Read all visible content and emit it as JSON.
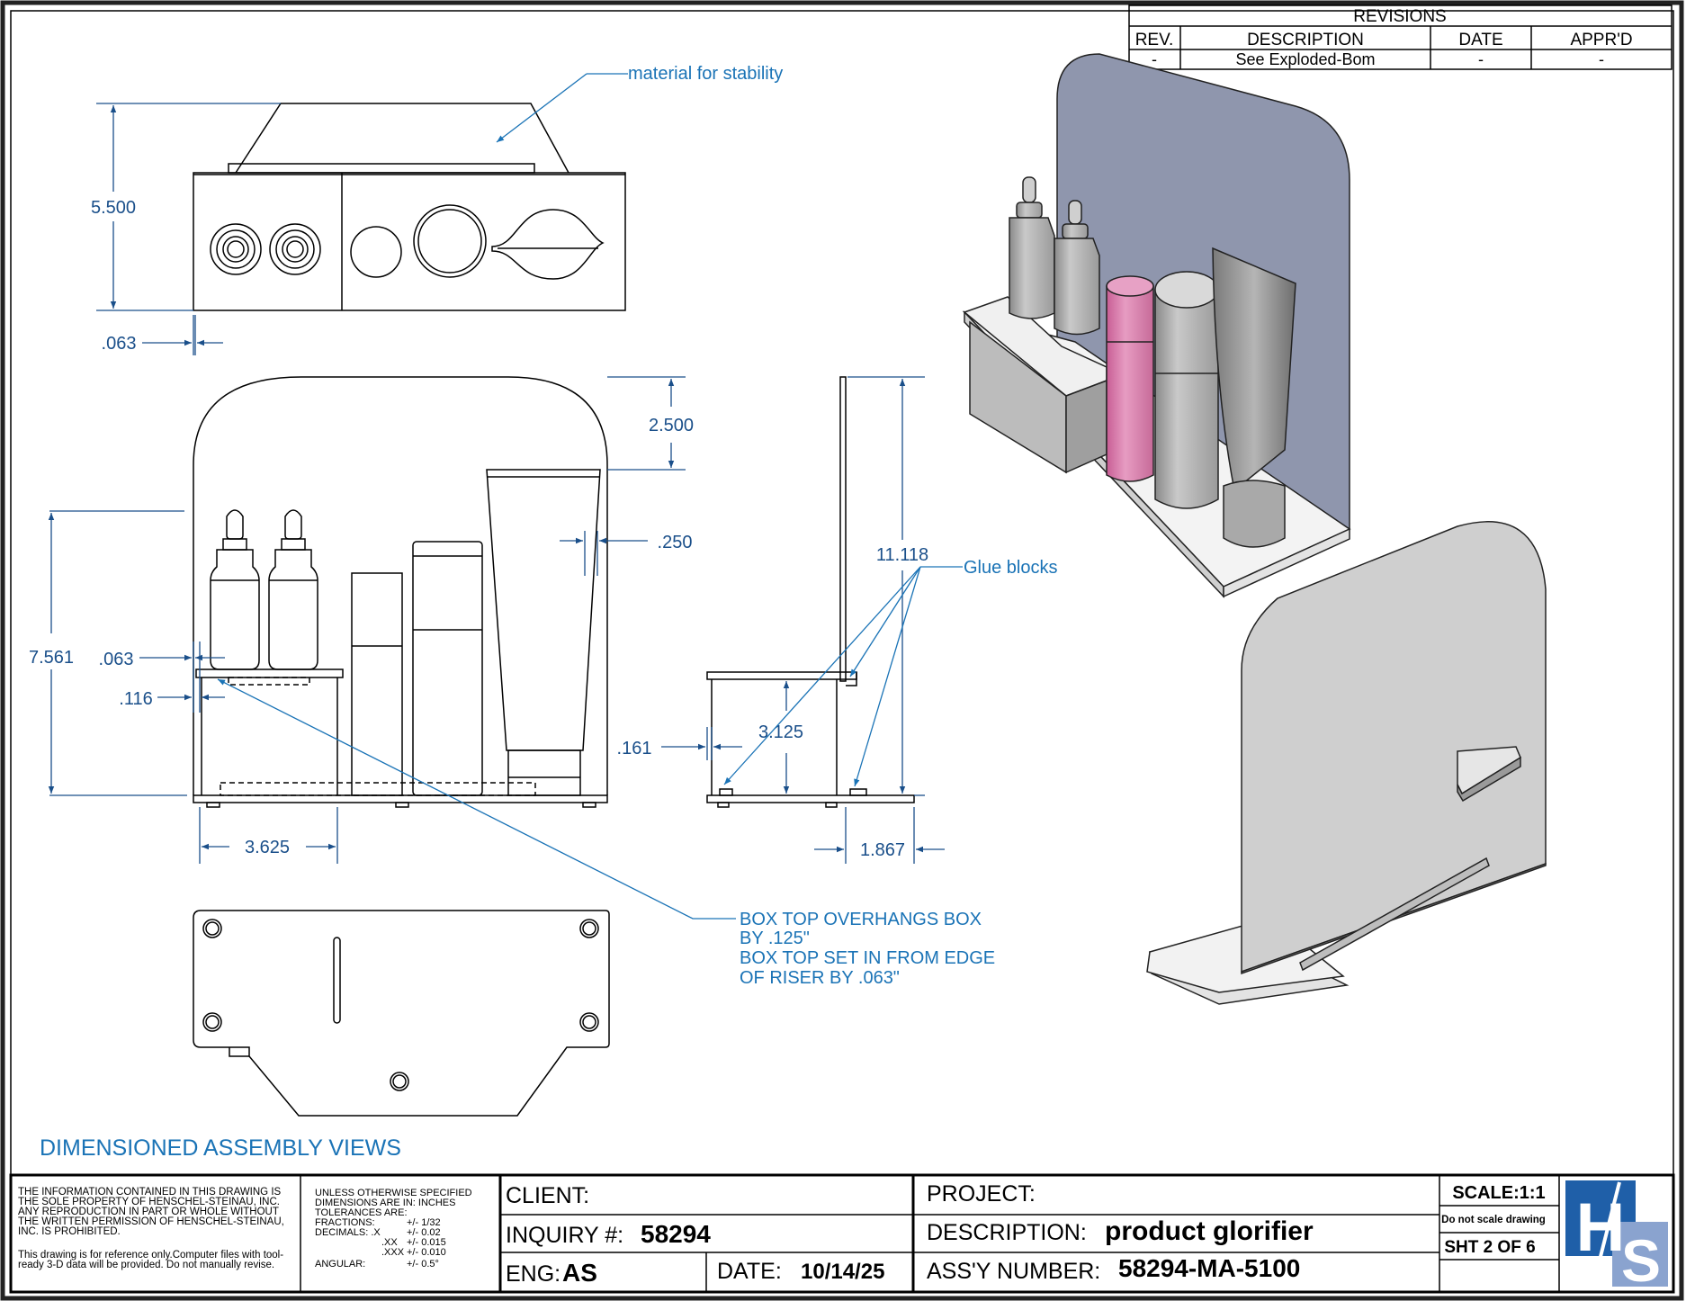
{
  "revisions": {
    "title": "REVISIONS",
    "headers": [
      "REV.",
      "DESCRIPTION",
      "DATE",
      "APPR'D"
    ],
    "row": [
      "-",
      "See Exploded-Bom",
      "-",
      "-"
    ]
  },
  "annotations": {
    "material": "material for stability",
    "glue": "Glue blocks",
    "box_top_1": "BOX TOP OVERHANGS BOX",
    "box_top_2": "BY .125\"",
    "box_top_3": "BOX TOP SET IN FROM EDGE",
    "box_top_4": "OF RISER BY .063\""
  },
  "dimensions": {
    "top_height": "5.500",
    "top_thickness": ".063",
    "front_radius": "2.500",
    "front_height": "7.561",
    "front_edge": ".063",
    "front_overhang": ".116",
    "front_gap": ".250",
    "front_box_width": "3.625",
    "side_height": "11.118",
    "side_box": "3.125",
    "side_gap": ".161",
    "side_depth": "1.867"
  },
  "view_title": "DIMENSIONED ASSEMBLY VIEWS",
  "title_block": {
    "notice_1": "THE INFORMATION CONTAINED IN THIS DRAWING IS",
    "notice_2": "THE SOLE PROPERTY OF HENSCHEL-STEINAU, INC.",
    "notice_3": "ANY REPRODUCTION IN PART OR WHOLE WITHOUT",
    "notice_4": "THE WRITTEN PERMISSION OF HENSCHEL-STEINAU,",
    "notice_5": "INC. IS PROHIBITED.",
    "ref_1": "This drawing is for reference only.Computer files with tool-",
    "ref_2": "ready 3-D data will be provided.  Do not manually revise.",
    "tol_1": "UNLESS OTHERWISE SPECIFIED",
    "tol_2": "DIMENSIONS   ARE   IN:  INCHES",
    "tol_3": "TOLERANCES ARE:",
    "tol_fractions": "FRACTIONS:",
    "tol_fractions_val": "+/- 1/32",
    "tol_decimals": "DECIMALS:   .X",
    "tol_decimals_x": "+/- 0.02",
    "tol_xx": ".XX",
    "tol_xx_val": "+/- 0.015",
    "tol_xxx": ".XXX",
    "tol_xxx_val": "+/- 0.010",
    "tol_angular": "ANGULAR:",
    "tol_angular_val": "+/- 0.5°",
    "client_label": "CLIENT:",
    "client_value": "",
    "inquiry_label": "INQUIRY #:",
    "inquiry_value": "58294",
    "eng_label": "ENG:",
    "eng_value": "AS",
    "date_label": "DATE:",
    "date_value": "10/14/25",
    "project_label": "PROJECT:",
    "project_value": "",
    "description_label": "DESCRIPTION:",
    "description_value": "product glorifier",
    "assy_label": "ASS'Y NUMBER:",
    "assy_value": "58294-MA-5100",
    "scale": "SCALE:1:1",
    "no_scale": "Do not scale drawing",
    "sheet": "SHT 2 OF 6",
    "logo_h": "H",
    "logo_s": "S"
  },
  "colors": {
    "annotation_blue": "#1a73b6",
    "dimension_blue": "#1a4f8a",
    "backboard": "#8f96ad",
    "pink_bottle": "#d97aa8",
    "logo_blue": "#1f5fa8"
  }
}
